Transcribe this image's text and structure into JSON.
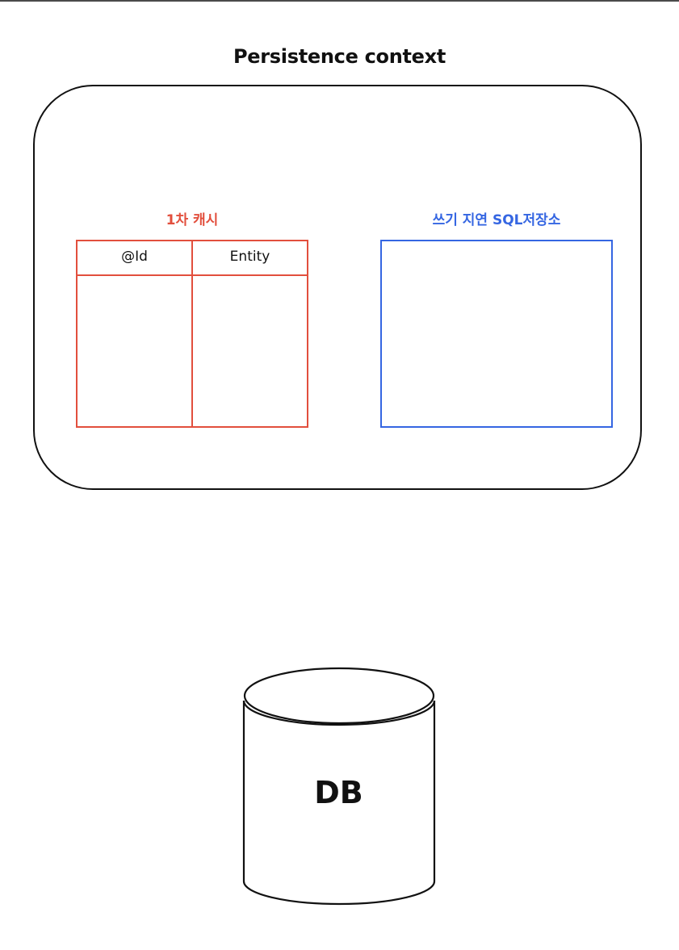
{
  "diagram": {
    "title": "Persistence context",
    "first_level_cache": {
      "label": "1차 캐시",
      "columns": [
        "@Id",
        "Entity"
      ],
      "color": "#e24f3d"
    },
    "write_behind_store": {
      "label": "쓰기 지연 SQL저장소",
      "color": "#3566e2"
    },
    "database": {
      "label": "DB"
    }
  }
}
